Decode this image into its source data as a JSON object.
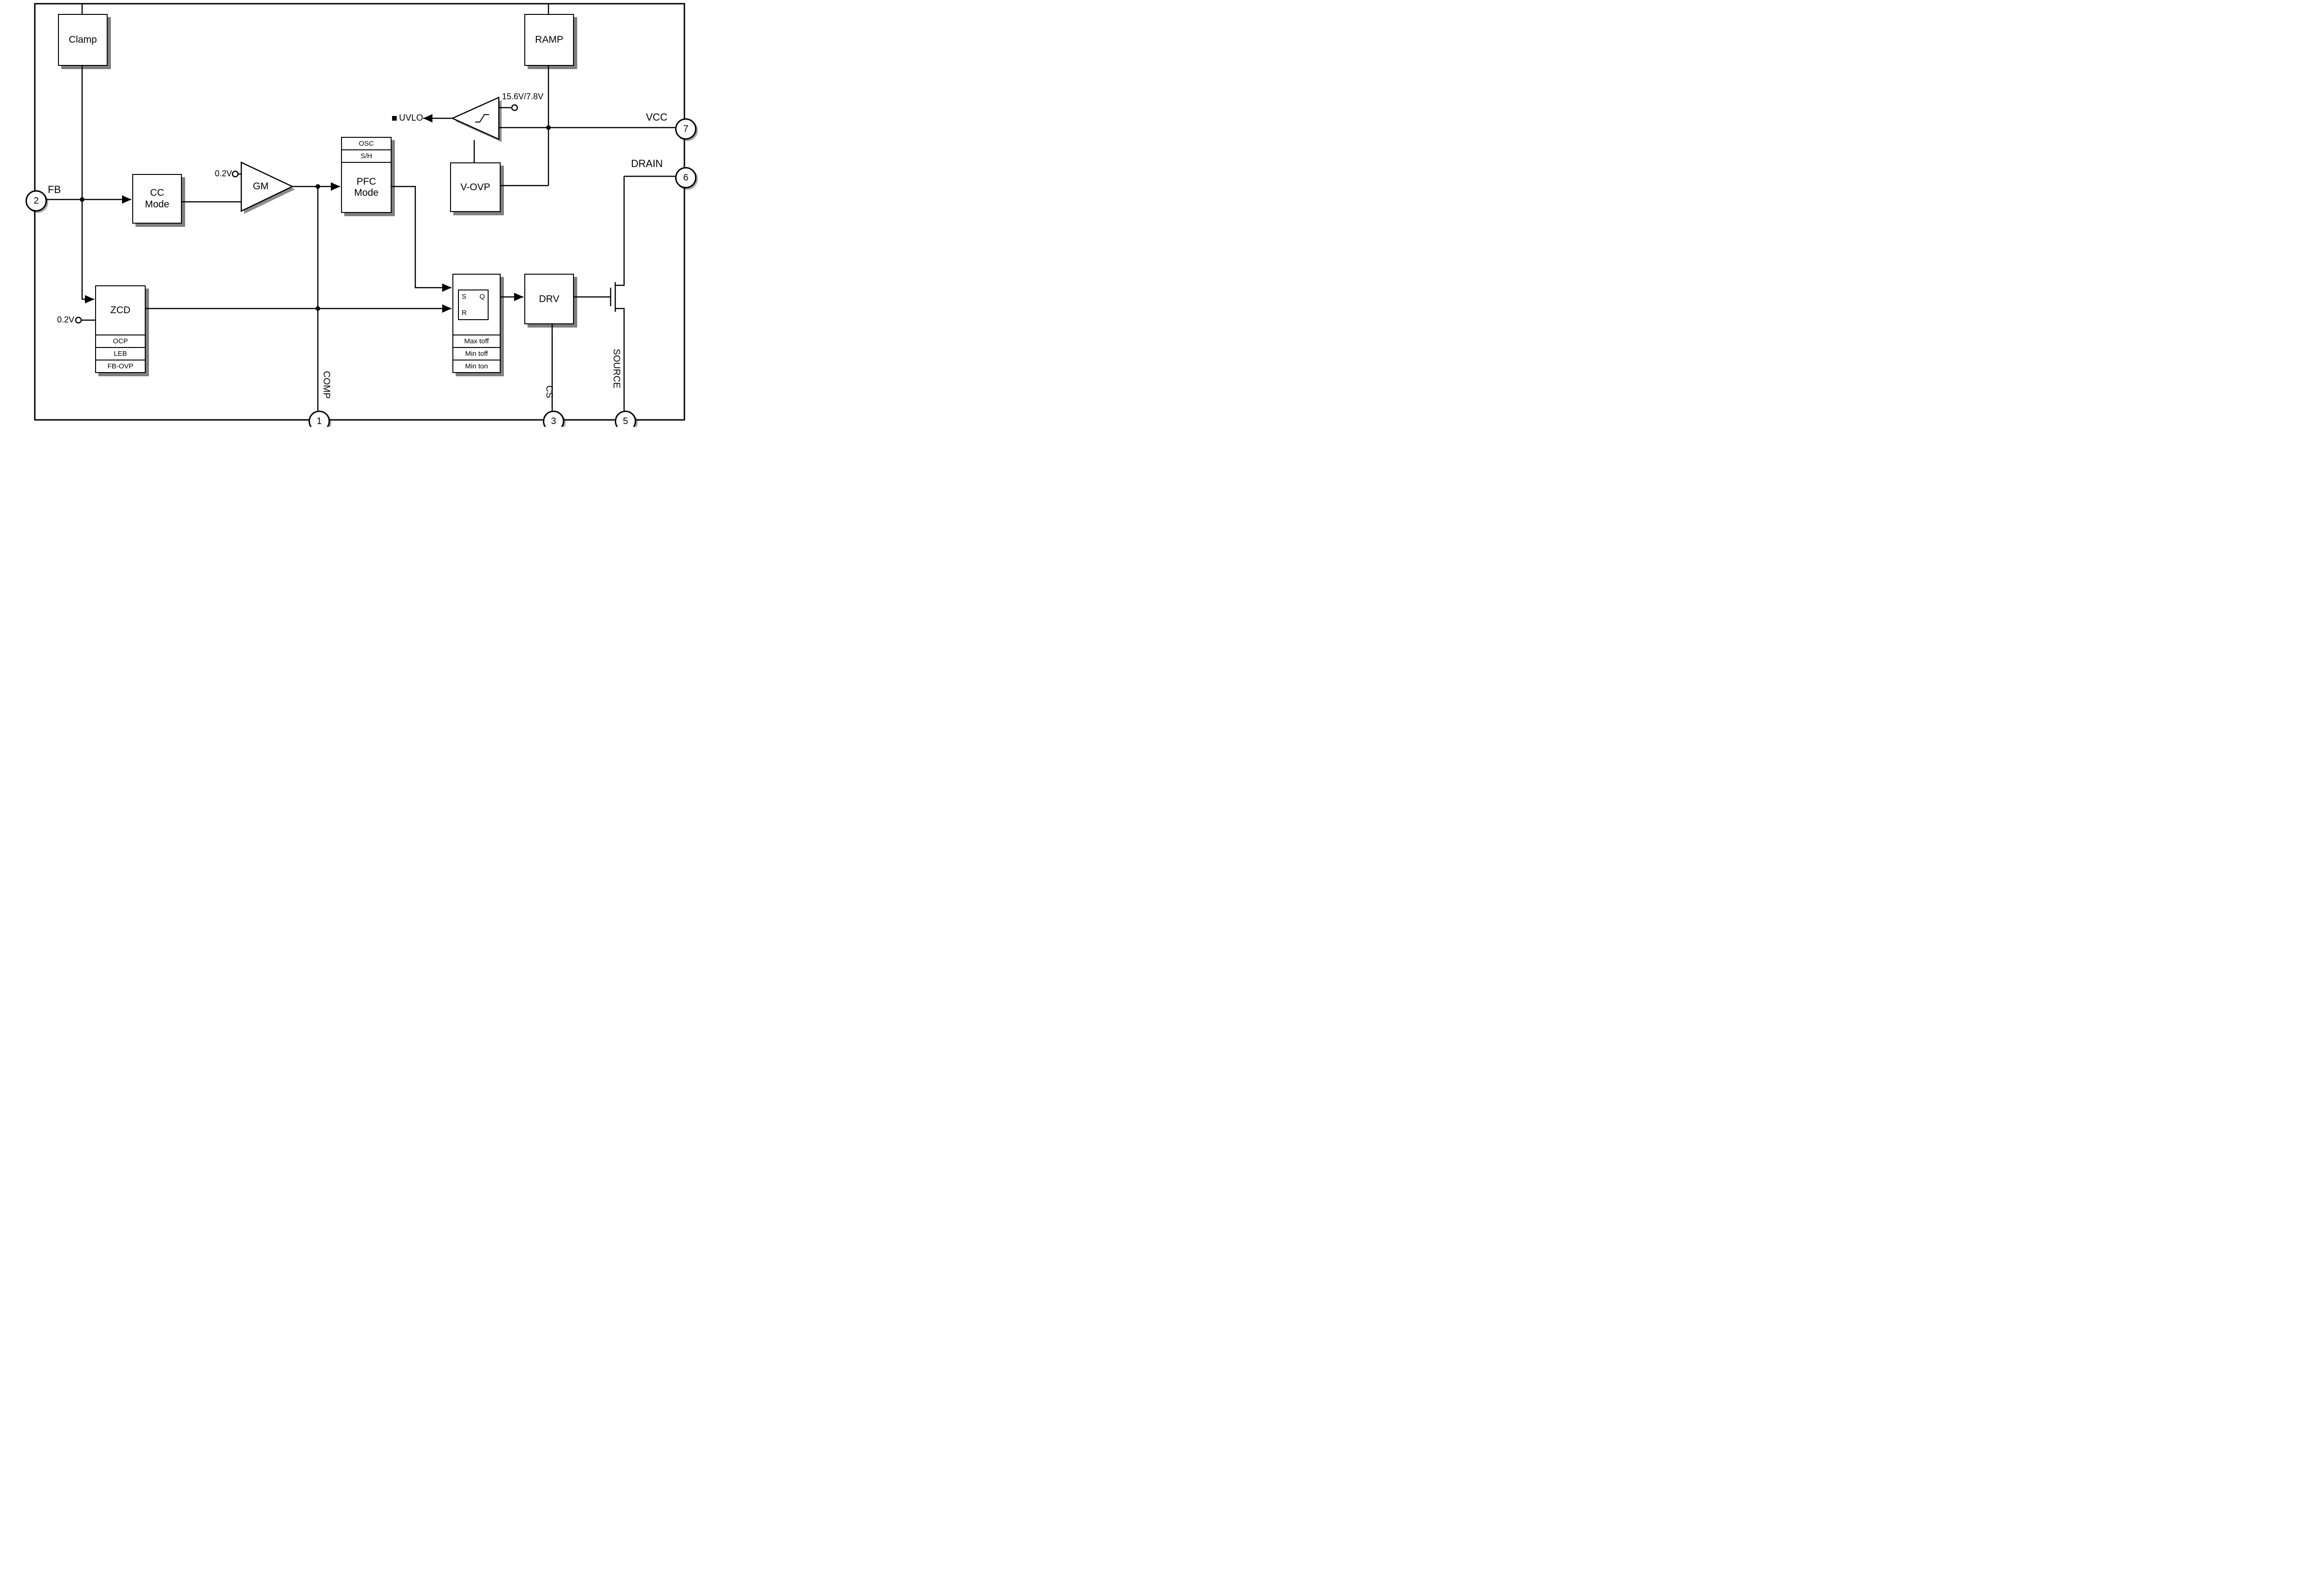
{
  "pins": {
    "fb": {
      "number": "2",
      "label": "FB"
    },
    "vcc": {
      "number": "7",
      "label": "VCC"
    },
    "drain": {
      "number": "6",
      "label": "DRAIN"
    },
    "comp": {
      "number": "1",
      "label": "COMP"
    },
    "cs": {
      "number": "3",
      "label": "CS"
    },
    "source": {
      "number": "5",
      "label": "SOURCE"
    }
  },
  "blocks": {
    "clamp": "Clamp",
    "ramp": "RAMP",
    "cc_mode": "CC Mode",
    "gm": "GM",
    "osc": "OSC",
    "sh": "S/H",
    "pfc_mode": "PFC Mode",
    "v_ovp": "V-OVP",
    "zcd": "ZCD",
    "zcd_rows": [
      "OCP",
      "LEB",
      "FB-OVP"
    ],
    "logic_rows": [
      "Max toff",
      "Min toff",
      "Min ton"
    ],
    "sr": {
      "s": "S",
      "r": "R",
      "q": "Q"
    },
    "drv": "DRV"
  },
  "annotations": {
    "uvlo": "UVLO",
    "uvlo_threshold": "15.6V/7.8V",
    "vref_gm": "0.2V",
    "vref_zcd": "0.2V"
  }
}
